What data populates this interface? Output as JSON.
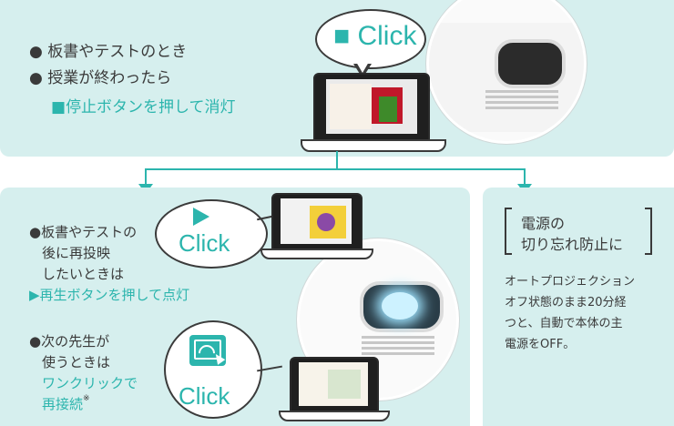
{
  "top_panel": {
    "bullet1": "● 板書やテストのとき",
    "bullet2": "● 授業が終わったら",
    "action_prefix": "■",
    "action_label": "停止ボタンを押して消灯",
    "click_label": "■ Click"
  },
  "left_panel": {
    "group1_lines": [
      "●板書やテストの",
      "後に再投映",
      "したいときは"
    ],
    "group1_action_prefix": "▶",
    "group1_action_label": "再生ボタンを押して点灯",
    "group2_lines": [
      "●次の先生が",
      "使うときは"
    ],
    "group2_action_lines": [
      "ワンクリックで",
      "再接続"
    ],
    "group2_note_mark": "※",
    "click_play_label": "Click",
    "click_reconnect_label": "Click"
  },
  "right_panel": {
    "title_line1": "電源の",
    "title_line2": "切り忘れ防止に",
    "body_lines": [
      "オートプロジェクション",
      "オフ状態のまま20分経",
      "つと、自動で本体の主",
      "電源をOFF。"
    ]
  },
  "colors": {
    "accent": "#2cb5ad",
    "panel": "#d6efee",
    "text": "#3a3a3a"
  },
  "icons": {
    "stop": "stop-square-icon",
    "play": "play-triangle-icon",
    "reconnect": "screen-cast-cursor-icon"
  }
}
